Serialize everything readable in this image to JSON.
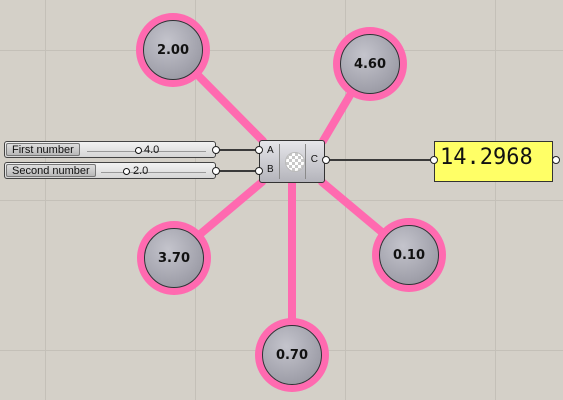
{
  "accent_color": "#ff6ab0",
  "canvas_background": "#d4d0c8",
  "sliders": [
    {
      "label": "First number",
      "value": "4.0"
    },
    {
      "label": "Second number",
      "value": "2.0"
    }
  ],
  "component": {
    "inputs": [
      "A",
      "B"
    ],
    "output": "C",
    "icon": "checker-icon"
  },
  "panel": {
    "value": "14.2968",
    "color": "#ffff66"
  },
  "bubbles": {
    "top_left": "2.00",
    "top_right": "4.60",
    "middle_left": "3.70",
    "middle_right": "0.10",
    "bottom": "0.70"
  }
}
